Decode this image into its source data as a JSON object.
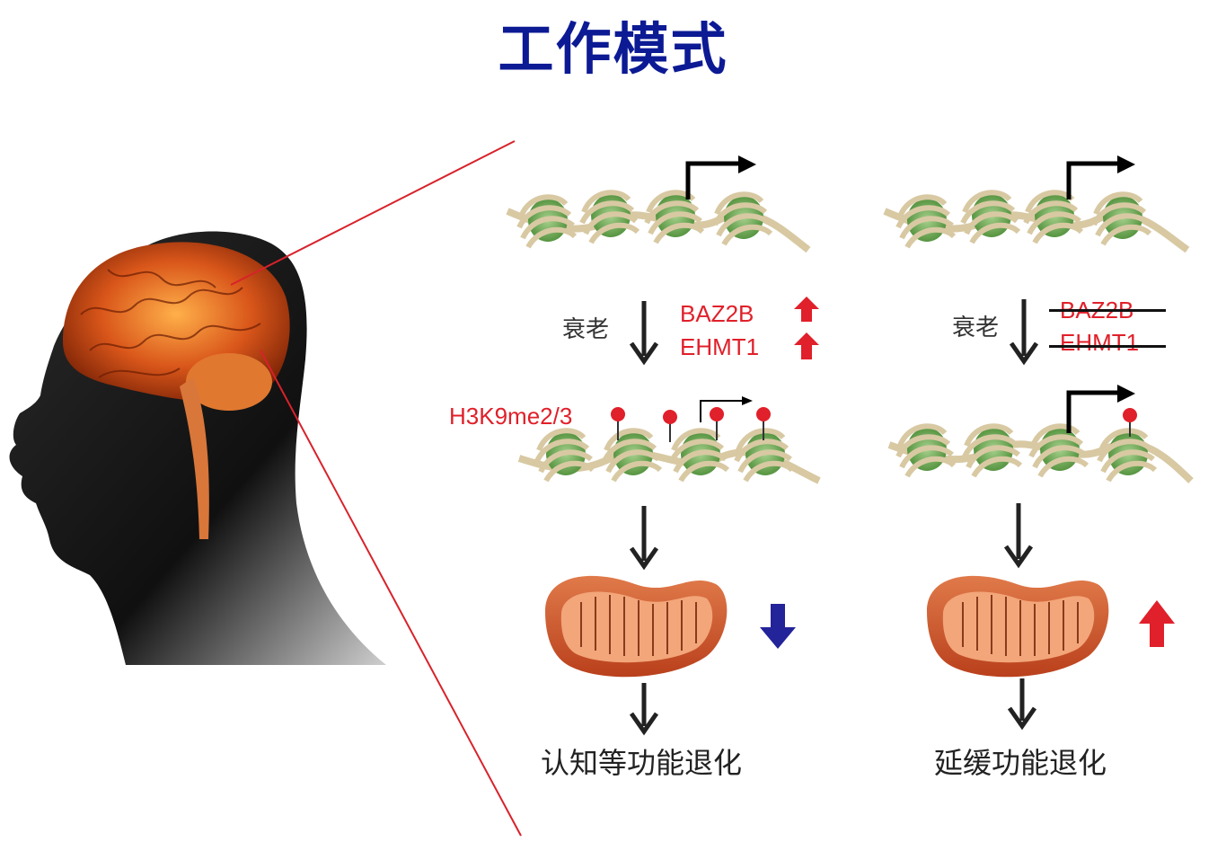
{
  "title": "工作模式",
  "left_panel": {
    "aging_label": "衰老",
    "genes": [
      "BAZ2B",
      "EHMT1"
    ],
    "mark_label": "H3K9me2/3",
    "outcome": "认知等功能退化"
  },
  "right_panel": {
    "aging_label": "衰老",
    "genes": [
      "BAZ2B",
      "EHMT1"
    ],
    "outcome": "延缓功能退化"
  },
  "colors": {
    "title": "#0c1a94",
    "red": "#e0202a",
    "blue_arrow": "#23239a",
    "nucleosome": "#7fb063",
    "dna": "#d8c9a3",
    "mito": "#d8623a"
  }
}
